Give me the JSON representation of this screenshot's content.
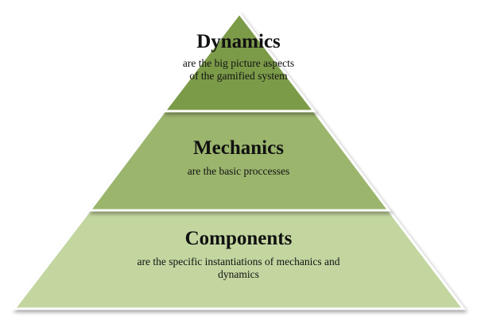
{
  "pyramid": {
    "tiers": [
      {
        "title": "Dynamics",
        "description_lines": [
          "are the big picture aspects",
          "of the gamified system"
        ],
        "color": "#7b9b48"
      },
      {
        "title": "Mechanics",
        "description_lines": [
          "are the basic proccesses"
        ],
        "color": "#9bb56d"
      },
      {
        "title": "Components",
        "description_lines": [
          "are the specific instantiations of mechanics and",
          "dynamics"
        ],
        "color": "#c3d6a0"
      }
    ]
  }
}
